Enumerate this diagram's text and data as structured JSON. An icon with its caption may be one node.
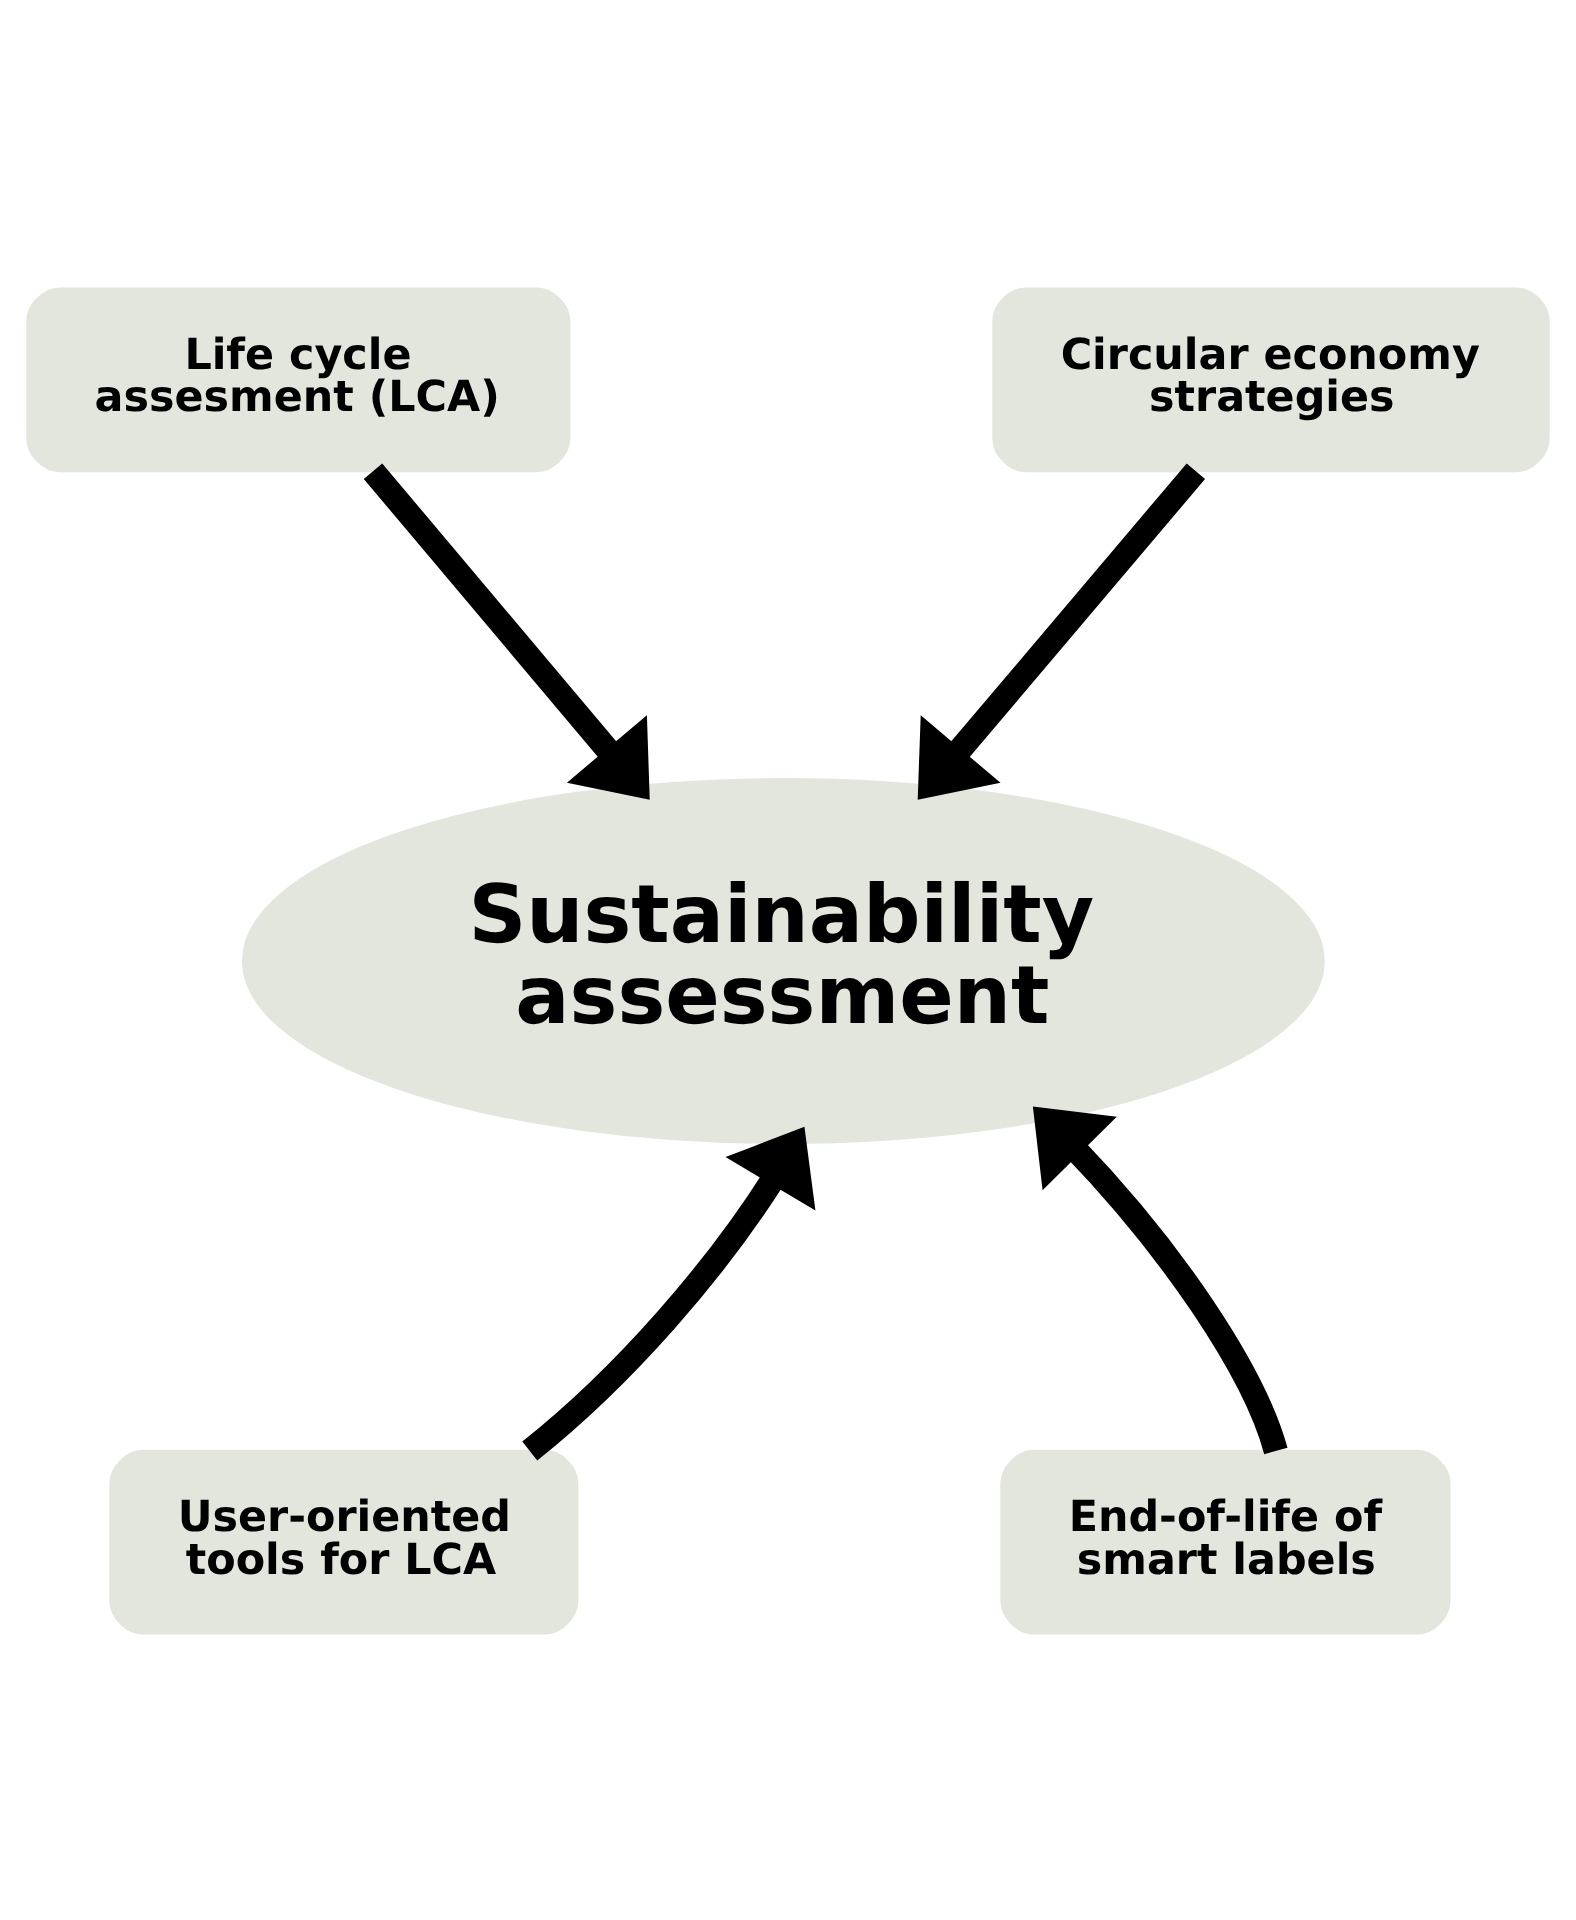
{
  "diagram": {
    "nodes": [
      {
        "text": [
          "Life cycle assesment (LCA)"
        ]
      },
      {
        "text": [
          "Circular economy strategies"
        ]
      },
      {
        "text": [
          "Sustainability assessment"
        ]
      },
      {
        "text": [
          "User-oriented tools for LCA"
        ]
      },
      {
        "text": [
          "End-of-life of smart labels"
        ]
      }
    ],
    "edges": [
      {
        "from": 0,
        "to": 2,
        "arrow": "to"
      },
      {
        "from": 1,
        "to": 2,
        "arrow": "to"
      },
      {
        "from": 3,
        "to": 2,
        "arrow": "to"
      },
      {
        "from": 4,
        "to": 2,
        "arrow": "to"
      }
    ]
  }
}
